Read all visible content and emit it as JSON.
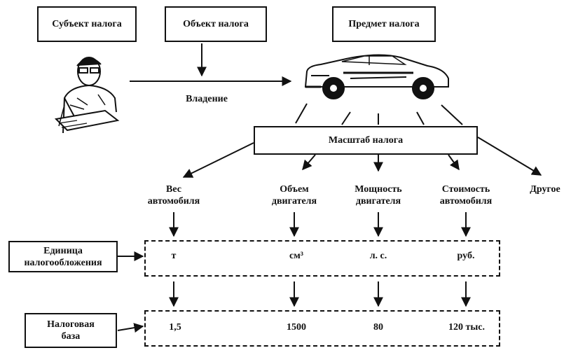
{
  "subject": "Субъект налога",
  "object": "Объект налога",
  "item": "Предмет налога",
  "ownership": "Владение",
  "scale": "Масштаб налога",
  "criteria": [
    {
      "line1": "Вес",
      "line2": "автомобиля"
    },
    {
      "line1": "Объем",
      "line2": "двигателя"
    },
    {
      "line1": "Мощность",
      "line2": "двигателя"
    },
    {
      "line1": "Стоимость",
      "line2": "автомобиля"
    }
  ],
  "other": "Другое",
  "unit_label": {
    "line1": "Единица",
    "line2": "налогообложения"
  },
  "units": [
    "т",
    "см³",
    "л. с.",
    "руб."
  ],
  "base_label": {
    "line1": "Налоговая",
    "line2": "база"
  },
  "bases": [
    "1,5",
    "1500",
    "80",
    "120 тыс."
  ]
}
